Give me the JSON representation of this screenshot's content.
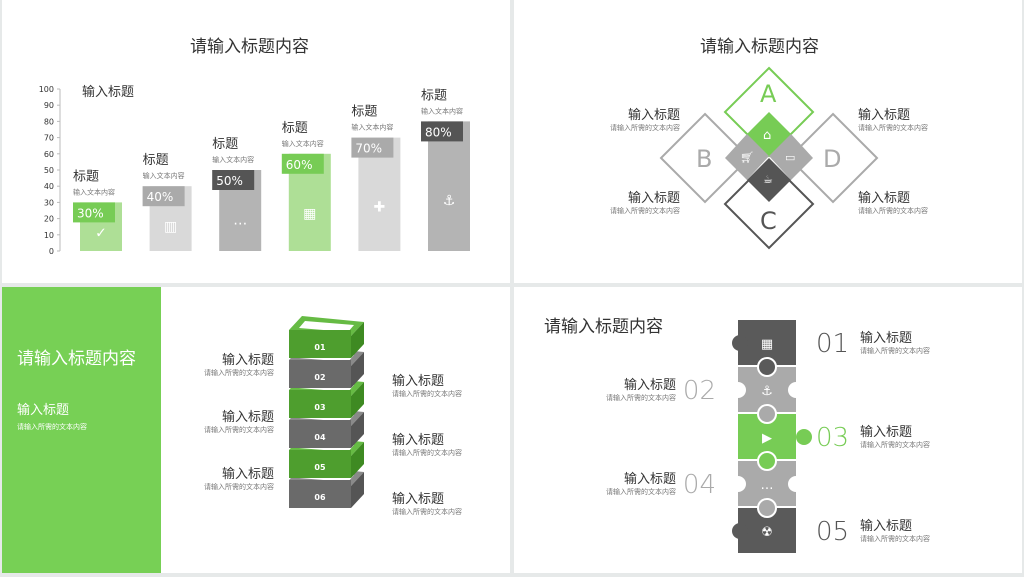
{
  "colors": {
    "green": "#77cc55",
    "dark": "#5a5a5a",
    "gray": "#aaaaaa",
    "light": "#d9d9d9",
    "mid": "#b4b4b4"
  },
  "panel1": {
    "title": "请输入标题内容",
    "chart_label": "输入标题"
  },
  "chart_data": {
    "type": "bar",
    "title": "请输入标题内容",
    "ylim": [
      0,
      100
    ],
    "yticks": [
      "0",
      "10",
      "20",
      "30",
      "40",
      "50",
      "60",
      "70",
      "80",
      "90",
      "100"
    ],
    "values": [
      30,
      40,
      50,
      60,
      70,
      80
    ],
    "labels": [
      "30%",
      "40%",
      "50%",
      "60%",
      "70%",
      "80%"
    ],
    "titles": [
      "标题",
      "标题",
      "标题",
      "标题",
      "标题",
      "标题"
    ],
    "subtitles": [
      "输入文本内容",
      "输入文本内容",
      "输入文本内容",
      "输入文本内容",
      "输入文本内容",
      "输入文本内容"
    ],
    "icons": [
      "checkbox-icon",
      "book-icon",
      "chat-icon",
      "calculator-icon",
      "puzzle-icon",
      "anchor-icon"
    ]
  },
  "panel2": {
    "title": "请输入标题内容",
    "letters": [
      "A",
      "B",
      "C",
      "D"
    ],
    "items": [
      {
        "title": "输入标题",
        "desc": "请输入所需的文本内容"
      },
      {
        "title": "输入标题",
        "desc": "请输入所需的文本内容"
      },
      {
        "title": "输入标题",
        "desc": "请输入所需的文本内容"
      },
      {
        "title": "输入标题",
        "desc": "请输入所需的文本内容"
      }
    ]
  },
  "panel3": {
    "side_title": "请输入标题内容",
    "side_sub": "输入标题",
    "side_desc": "请输入所需的文本内容",
    "layers": [
      "01",
      "02",
      "03",
      "04",
      "05",
      "06"
    ],
    "items": [
      {
        "title": "输入标题",
        "desc": "请输入所需的文本内容"
      },
      {
        "title": "输入标题",
        "desc": "请输入所需的文本内容"
      },
      {
        "title": "输入标题",
        "desc": "请输入所需的文本内容"
      },
      {
        "title": "输入标题",
        "desc": "请输入所需的文本内容"
      },
      {
        "title": "输入标题",
        "desc": "请输入所需的文本内容"
      },
      {
        "title": "输入标题",
        "desc": "请输入所需的文本内容"
      }
    ]
  },
  "panel4": {
    "title": "请输入标题内容",
    "nums": [
      "01",
      "02",
      "03",
      "04",
      "05"
    ],
    "items": [
      {
        "title": "输入标题",
        "desc": "请输入所需的文本内容"
      },
      {
        "title": "输入标题",
        "desc": "请输入所需的文本内容"
      },
      {
        "title": "输入标题",
        "desc": "请输入所需的文本内容"
      },
      {
        "title": "输入标题",
        "desc": "请输入所需的文本内容"
      },
      {
        "title": "输入标题",
        "desc": "请输入所需的文本内容"
      }
    ]
  }
}
